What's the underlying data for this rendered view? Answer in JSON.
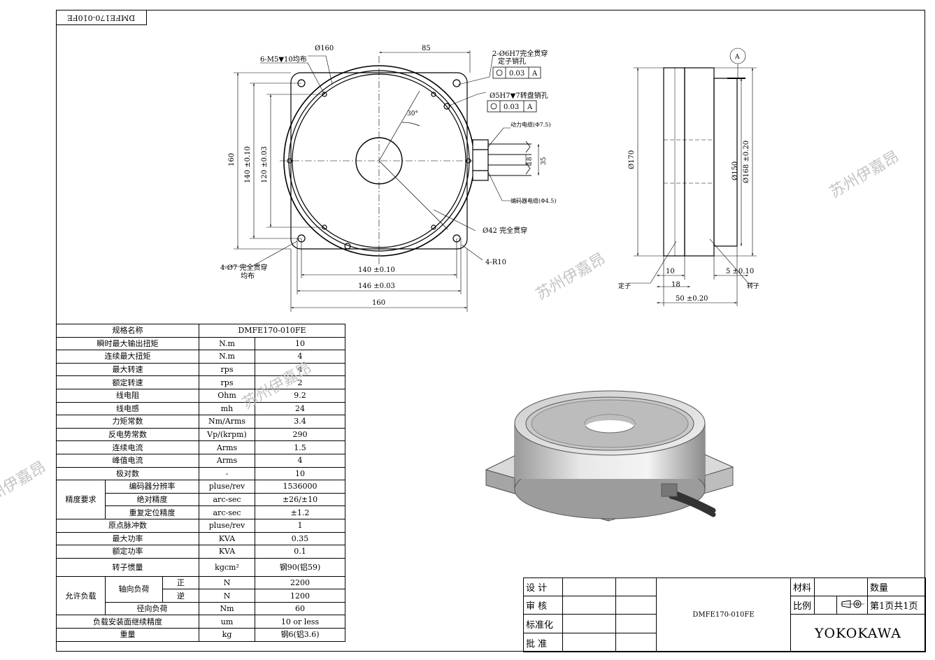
{
  "drawing_code": "DMFE170-010FE",
  "watermark": "苏州伊嘉昂",
  "dimensions": {
    "d160": "Ø160",
    "m5": "6-M5▼10均布",
    "w85": "85",
    "pin1_a": "2-Ø6H7完全贯穿",
    "pin1_b": "定子销孔",
    "tol1": "0.03",
    "datum": "A",
    "pin2": "Ø5H7▼7转盘销孔",
    "tol2": "0.03",
    "angle": "30°",
    "power_cable": "动力电缆(Φ7.5)",
    "encoder_cable": "编码器电缆(Φ4.5)",
    "c18": "18",
    "c35": "35",
    "d42": "Ø42 完全贯穿",
    "r10": "4-R10",
    "h160": "160",
    "h140": "140 ±0.10",
    "h120": "120 ±0.03",
    "h4d7_a": "4-Ø7 完全贯穿",
    "h4d7_b": "均布",
    "w140": "140 ±0.10",
    "w146": "146 ±0.03",
    "w160": "160",
    "d170": "Ø170",
    "d150": "Ø150",
    "d168": "Ø168 ±0.20",
    "s10": "10",
    "s18": "18",
    "s5": "5 ±0.10",
    "s50": "50 ±0.20",
    "stator": "定子",
    "rotor": "转子"
  },
  "spec": {
    "header_label": "规格名称",
    "header_value": "DMFE170-010FE",
    "rows": [
      {
        "name": "瞬时最大输出扭矩",
        "unit": "N.m",
        "value": "10"
      },
      {
        "name": "连续最大扭矩",
        "unit": "N.m",
        "value": "4"
      },
      {
        "name": "最大转速",
        "unit": "rps",
        "value": "4"
      },
      {
        "name": "额定转速",
        "unit": "rps",
        "value": "2"
      },
      {
        "name": "线电阻",
        "unit": "Ohm",
        "value": "9.2"
      },
      {
        "name": "线电感",
        "unit": "mh",
        "value": "24"
      },
      {
        "name": "力矩常数",
        "unit": "Nm/Arms",
        "value": "3.4"
      },
      {
        "name": "反电势常数",
        "unit": "Vp/(krpm)",
        "value": "290"
      },
      {
        "name": "连续电流",
        "unit": "Arms",
        "value": "1.5"
      },
      {
        "name": "峰值电流",
        "unit": "Arms",
        "value": "4"
      },
      {
        "name": "极对数",
        "unit": "-",
        "value": "10"
      }
    ],
    "precision_group": "精度要求",
    "precision_rows": [
      {
        "name": "编码器分辨率",
        "unit": "pluse/rev",
        "value": "1536000"
      },
      {
        "name": "绝对精度",
        "unit": "arc-sec",
        "value": "±26/±10"
      },
      {
        "name": "重复定位精度",
        "unit": "arc-sec",
        "value": "±1.2"
      }
    ],
    "rows2": [
      {
        "name": "原点脉冲数",
        "unit": "pluse/rev",
        "value": "1"
      },
      {
        "name": "最大功率",
        "unit": "KVA",
        "value": "0.35"
      },
      {
        "name": "额定功率",
        "unit": "KVA",
        "value": "0.1"
      },
      {
        "name": "转子惯量",
        "unit": "kgcm²",
        "value": "钢90(铝59)"
      }
    ],
    "load_group": "允许负载",
    "axial_label": "轴向负荷",
    "axial_pos": {
      "dir": "正",
      "unit": "N",
      "value": "2200"
    },
    "axial_neg": {
      "dir": "逆",
      "unit": "N",
      "value": "1200"
    },
    "radial": {
      "name": "径向负荷",
      "unit": "Nm",
      "value": "60"
    },
    "flatness": {
      "name": "负载安装面继续精度",
      "unit": "um",
      "value": "10 or less"
    },
    "weight": {
      "name": "重量",
      "unit": "kg",
      "value": "钢6(铝3.6)"
    }
  },
  "title_block": {
    "design": "设 计",
    "review": "审 核",
    "standard": "标准化",
    "approve": "批 准",
    "model": "DMFE170-010FE",
    "material": "材料",
    "quantity": "数量",
    "scale": "比例",
    "page": "第1页共1页",
    "company": "YOKOKAWA"
  }
}
